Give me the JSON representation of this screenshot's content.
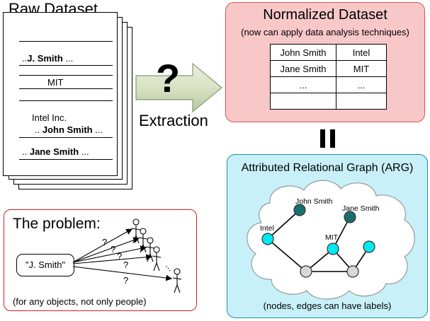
{
  "raw": {
    "title": "Raw Dataset",
    "entry_j_smith_pre": "..",
    "entry_j_smith_name": "J. Smith",
    "entry_j_smith_post": " ...",
    "entry_mit": "MIT",
    "entry_intel": "Intel Inc.",
    "entry_john_pre": ".. ",
    "entry_john_name": "John Smith",
    "entry_john_post": " ...",
    "entry_jane_pre": ".. ",
    "entry_jane_name": "Jane Smith",
    "entry_jane_post": " ..."
  },
  "extraction": {
    "symbol": "?",
    "label": "Extraction"
  },
  "normalized": {
    "title": "Normalized Dataset",
    "subtitle": "(now can apply data analysis techniques)",
    "rows": [
      [
        "John Smith",
        "Intel"
      ],
      [
        "Jane Smith",
        "MIT"
      ],
      [
        "...",
        "..."
      ],
      [
        "",
        ""
      ]
    ]
  },
  "equals_symbol": "II",
  "arg": {
    "title": "Attributed Relational Graph (ARG)",
    "caption": "(nodes, edges can have labels)",
    "node_labels": {
      "john": "John Smith",
      "jane": "Jane Smith",
      "intel": "Intel",
      "mit": "MIT"
    },
    "colors": {
      "person_node": "#1a6e6e",
      "org_node": "#00e8f0",
      "other_node": "#d8d8d8",
      "cloud": "#ffffff",
      "box_fill": "#c8f0f8",
      "box_border": "#1a90a8"
    }
  },
  "problem": {
    "title": "The problem:",
    "query": "\"J. Smith\"",
    "question_mark": "?",
    "dots": "...",
    "note": "(for any objects, not only people)"
  }
}
